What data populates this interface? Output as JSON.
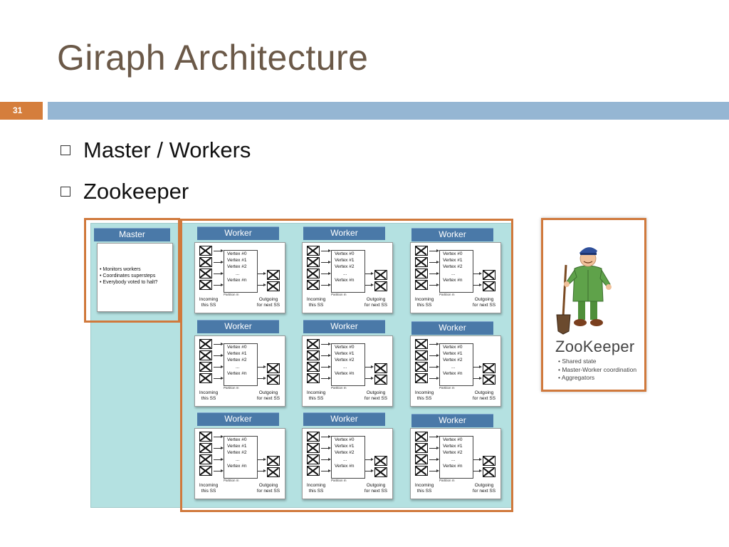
{
  "slide": {
    "title": "Giraph Architecture",
    "number": "31",
    "bullets": [
      "Master / Workers",
      "Zookeeper"
    ]
  },
  "diagram": {
    "master": {
      "label": "Master",
      "items": [
        "• Monitors workers",
        "• Coordinates supersteps",
        "• Everybody voted to halt?"
      ]
    },
    "worker_label": "Worker",
    "worker_card": {
      "vertices": [
        "Vertex #0",
        "Vertex #1",
        "Vertex #2",
        "...",
        "Vertex #n"
      ],
      "partition": "Partition m",
      "incoming": [
        "Incoming",
        "this SS"
      ],
      "outgoing": [
        "Outgoing",
        "for next SS"
      ]
    },
    "zookeeper": {
      "name": "ZooKeeper",
      "items": [
        "• Shared state",
        "• Master-Worker coordination",
        "• Aggregators"
      ]
    }
  },
  "colors": {
    "title": "#6b5948",
    "accent_orange": "#d0793c",
    "rule_blue": "#95b6d3",
    "tab_blue": "#4a79a8",
    "teal": "#b4e1e1"
  }
}
